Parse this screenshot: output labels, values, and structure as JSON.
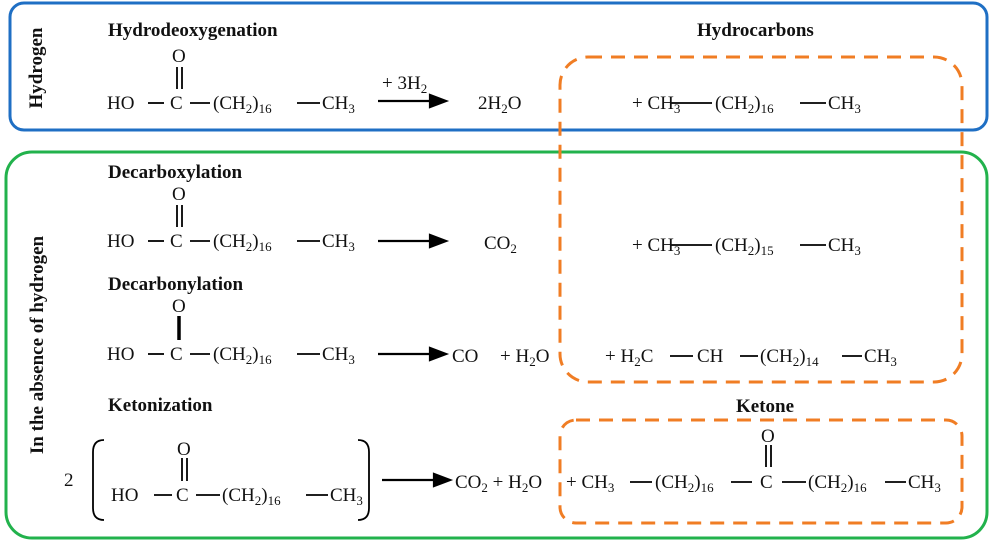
{
  "sections": {
    "hydrogen": "Hydrogen",
    "absence": "In the absence of hydrogen"
  },
  "headings": {
    "hydrodeoxygenation": "Hydrodeoxygenation",
    "hydrocarbons": "Hydrocarbons",
    "decarboxylation": "Decarboxylation",
    "decarbonylation": "Decarbonylation",
    "ketonization": "Ketonization",
    "ketone": "Ketone"
  },
  "reagents": {
    "h2": "+ 3H",
    "h2_sub": "2",
    "ketonization_coef": "2"
  },
  "products": {
    "water_coef": "2H",
    "water_sub": "2",
    "co": "CO",
    "co2": "CO",
    "co2_sub": "2"
  },
  "colors": {
    "hydrogen_box": "#1f6fc4",
    "absence_box": "#22b24c",
    "dashed": "#f07d24"
  }
}
